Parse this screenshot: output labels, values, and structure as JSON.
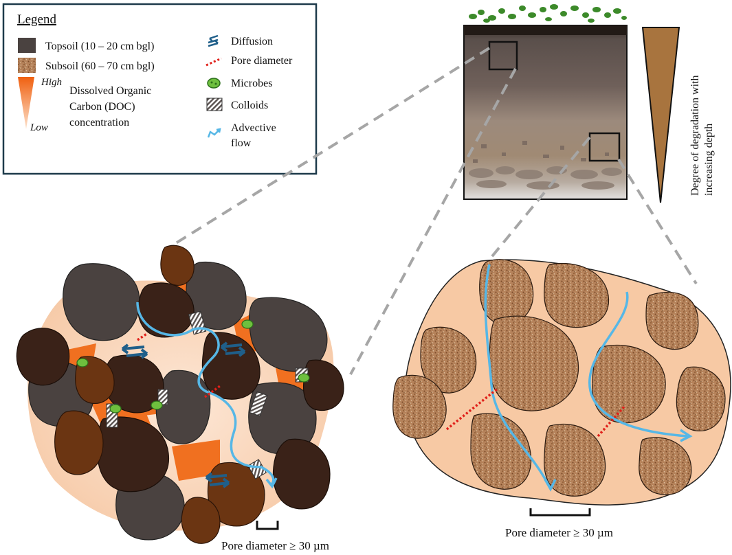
{
  "legend": {
    "title": "Legend",
    "topsoil": "Topsoil (10 – 20 cm bgl)",
    "subsoil": "Subsoil (60 – 70 cm bgl)",
    "doc_high": "High",
    "doc_low": "Low",
    "doc_line1": "Dissolved Organic",
    "doc_line2": "Carbon (DOC)",
    "doc_line3": "concentration",
    "diffusion": "Diffusion",
    "pore_diameter": "Pore diameter",
    "microbes": "Microbes",
    "colloids": "Colloids",
    "advective_line1": "Advective",
    "advective_line2": "flow"
  },
  "degradation": {
    "line1": "Degree of degradation with",
    "line2": "increasing depth"
  },
  "topsoil_aggregate": {
    "pore_label": "Pore diameter ≥ 30 µm"
  },
  "subsoil_aggregate": {
    "pore_label": "Pore diameter ≥ 30 µm"
  },
  "colors": {
    "topsoil_grey": "#4a4240",
    "topsoil_brown": "#3a2218",
    "aggregate_brown": "#6b3512",
    "doc_orange": "#f07020",
    "pore_fill": "#f7c9a4",
    "subsoil_grain": "#b9865a",
    "flow_blue": "#56b7e6",
    "diffusion_blue": "#1f5f8a",
    "pore_red": "#e0201a",
    "microbe_green": "#6ec03e",
    "wedge_brown": "#a8743e"
  }
}
